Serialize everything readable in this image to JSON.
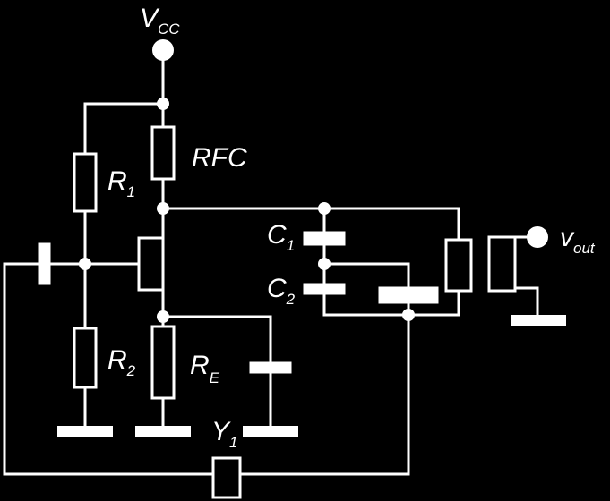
{
  "labels": {
    "vcc": {
      "main": "V",
      "sub": "CC"
    },
    "rfc": {
      "main": "RFC"
    },
    "r1": {
      "main": "R",
      "sub": "1"
    },
    "r2": {
      "main": "R",
      "sub": "2"
    },
    "re": {
      "main": "R",
      "sub": "E"
    },
    "c1": {
      "main": "C",
      "sub": "1"
    },
    "c2": {
      "main": "C",
      "sub": "2"
    },
    "y1": {
      "main": "Y",
      "sub": "1"
    },
    "vout": {
      "main": "v",
      "sub": "out"
    }
  },
  "colors": {
    "background": "#000000",
    "foreground": "#ffffff"
  }
}
